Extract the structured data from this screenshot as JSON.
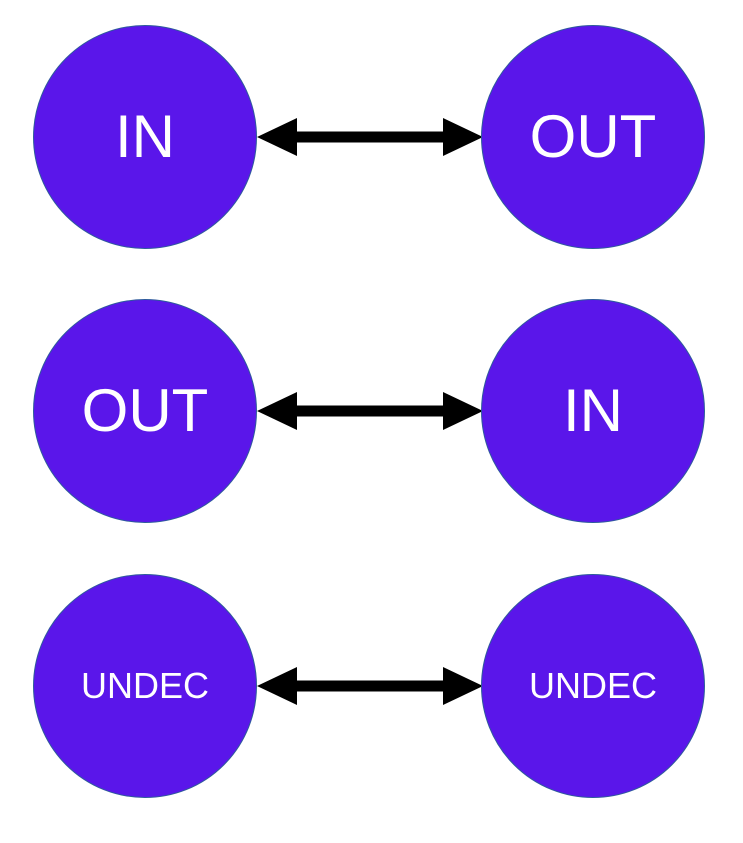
{
  "colors": {
    "node_fill": "#5a16ea",
    "node_border": "#2e5a9c",
    "node_text": "#ffffff",
    "edge": "#000000"
  },
  "rows": [
    {
      "left": "IN",
      "right": "OUT",
      "edge": "bidirectional-arrow"
    },
    {
      "left": "OUT",
      "right": "IN",
      "edge": "bidirectional-arrow"
    },
    {
      "left": "UNDEC",
      "right": "UNDEC",
      "edge": "bidirectional-arrow"
    }
  ]
}
